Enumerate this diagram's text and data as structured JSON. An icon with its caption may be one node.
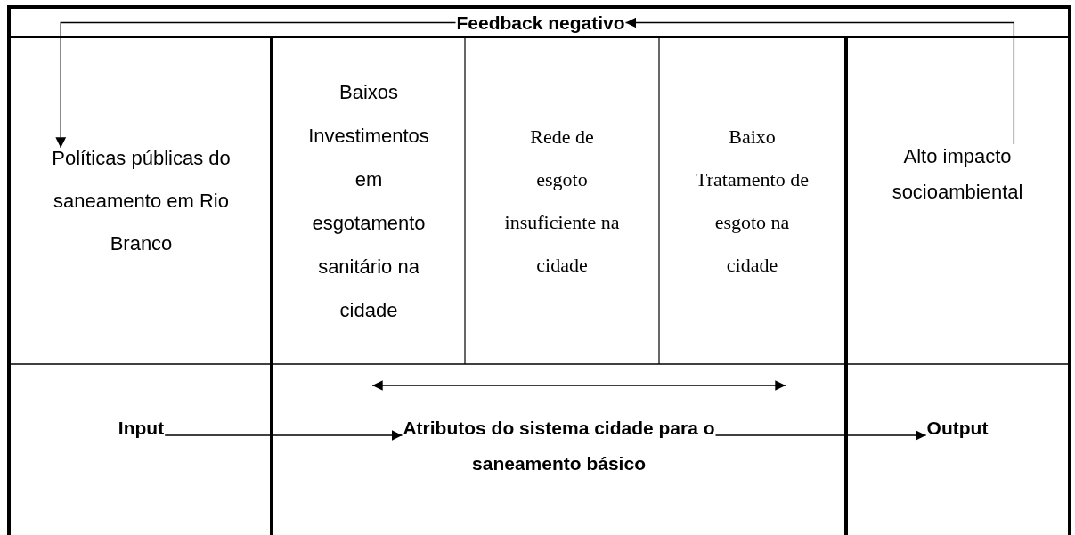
{
  "diagram": {
    "nodes": [
      {
        "text": [
          "Feedback negativo"
        ]
      },
      {
        "text": [
          "Políticas públicas do saneamento em Rio Branco"
        ]
      },
      {
        "text": [
          "Baixos Investimentos em esgotamento sanitário na cidade"
        ]
      },
      {
        "text": [
          "Rede de esgoto insuficiente na cidade"
        ]
      },
      {
        "text": [
          "Baixo Tratamento de esgoto na cidade"
        ]
      },
      {
        "text": [
          "Alto impacto socioambiental"
        ]
      },
      {
        "text": [
          "Input"
        ]
      },
      {
        "text": [
          "Atributos do sistema cidade para o saneamento básico"
        ]
      },
      {
        "text": [
          "Output"
        ]
      }
    ],
    "edges": [
      {
        "from": 0,
        "to": 1,
        "arrow": "to"
      },
      {
        "from": 5,
        "to": 0,
        "arrow": "to"
      },
      {
        "from": 6,
        "to": 7,
        "arrow": "to"
      },
      {
        "from": 7,
        "to": 8,
        "arrow": "to"
      }
    ]
  }
}
